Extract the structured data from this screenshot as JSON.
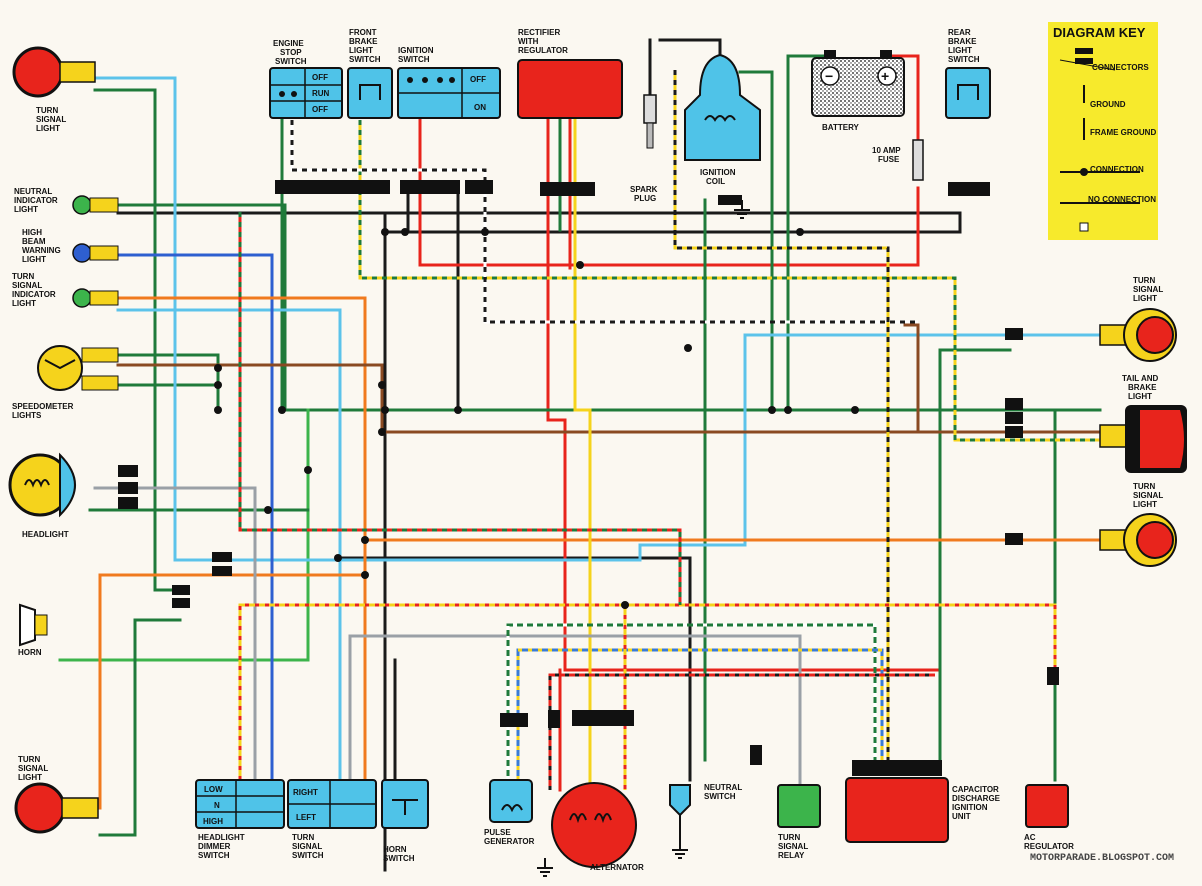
{
  "diagram": {
    "components": {
      "engine_stop_switch": [
        "ENGINE",
        "STOP",
        "SWITCH"
      ],
      "engine_stop_positions": [
        "OFF",
        "RUN",
        "OFF"
      ],
      "front_brake_switch": [
        "FRONT",
        "BRAKE",
        "LIGHT",
        "SWITCH"
      ],
      "ignition_switch": [
        "IGNITION",
        "SWITCH"
      ],
      "ignition_positions": [
        "OFF",
        "ON"
      ],
      "rectifier": [
        "RECTIFIER",
        "WITH",
        "REGULATOR"
      ],
      "spark_plug": [
        "SPARK",
        "PLUG"
      ],
      "ignition_coil": [
        "IGNITION",
        "COIL"
      ],
      "battery": "BATTERY",
      "fuse": [
        "10 AMP",
        "FUSE"
      ],
      "rear_brake_switch": [
        "REAR",
        "BRAKE",
        "LIGHT",
        "SWITCH"
      ],
      "turn_signal_light_lf": [
        "TURN",
        "SIGNAL",
        "LIGHT"
      ],
      "neutral_indicator": [
        "NEUTRAL",
        "INDICATOR",
        "LIGHT"
      ],
      "high_beam": [
        "HIGH",
        "BEAM",
        "WARNING",
        "LIGHT"
      ],
      "turn_indicator": [
        "TURN",
        "SIGNAL",
        "INDICATOR",
        "LIGHT"
      ],
      "speedometer": [
        "SPEEDOMETER",
        "LIGHTS"
      ],
      "headlight": "HEADLIGHT",
      "horn": "HORN",
      "turn_signal_light_lr": [
        "TURN",
        "SIGNAL",
        "LIGHT"
      ],
      "dimmer_switch": [
        "HEADLIGHT",
        "DIMMER",
        "SWITCH"
      ],
      "dimmer_positions": [
        "LOW",
        "N",
        "HIGH"
      ],
      "turn_switch": [
        "TURN",
        "SIGNAL",
        "SWITCH"
      ],
      "turn_positions": [
        "RIGHT",
        "LEFT"
      ],
      "horn_switch": [
        "HORN",
        "SWITCH"
      ],
      "pulse_generator": [
        "PULSE",
        "GENERATOR"
      ],
      "alternator": "ALTERNATOR",
      "neutral_switch": [
        "NEUTRAL",
        "SWITCH"
      ],
      "turn_relay": [
        "TURN",
        "SIGNAL",
        "RELAY"
      ],
      "cdi": [
        "CAPACITOR",
        "DISCHARGE",
        "IGNITION",
        "UNIT"
      ],
      "ac_regulator": [
        "AC",
        "REGULATOR"
      ],
      "turn_signal_light_rf": [
        "TURN",
        "SIGNAL",
        "LIGHT"
      ],
      "tail_brake": [
        "TAIL AND",
        "BRAKE",
        "LIGHT"
      ],
      "turn_signal_light_rr": [
        "TURN",
        "SIGNAL",
        "LIGHT"
      ]
    },
    "key": {
      "title": "DIAGRAM KEY",
      "items": [
        "CONNECTORS",
        "GROUND",
        "FRAME GROUND",
        "CONNECTION",
        "NO CONNECTION"
      ]
    },
    "watermark": "MOTORPARADE.BLOGSPOT.COM",
    "colors": {
      "black": "#1a1a1a",
      "red": "#e8241c",
      "green": "#1f7a3a",
      "blue": "#3a7bd5",
      "light_blue": "#5cc3ea",
      "yellow": "#f5d31c",
      "orange": "#f07a1e",
      "brown": "#8a4a22",
      "grey": "#9aa0a6",
      "bright_green": "#3cb44b",
      "component_blue": "#4fc3e8",
      "key_yellow": "#f7ea2c"
    }
  }
}
